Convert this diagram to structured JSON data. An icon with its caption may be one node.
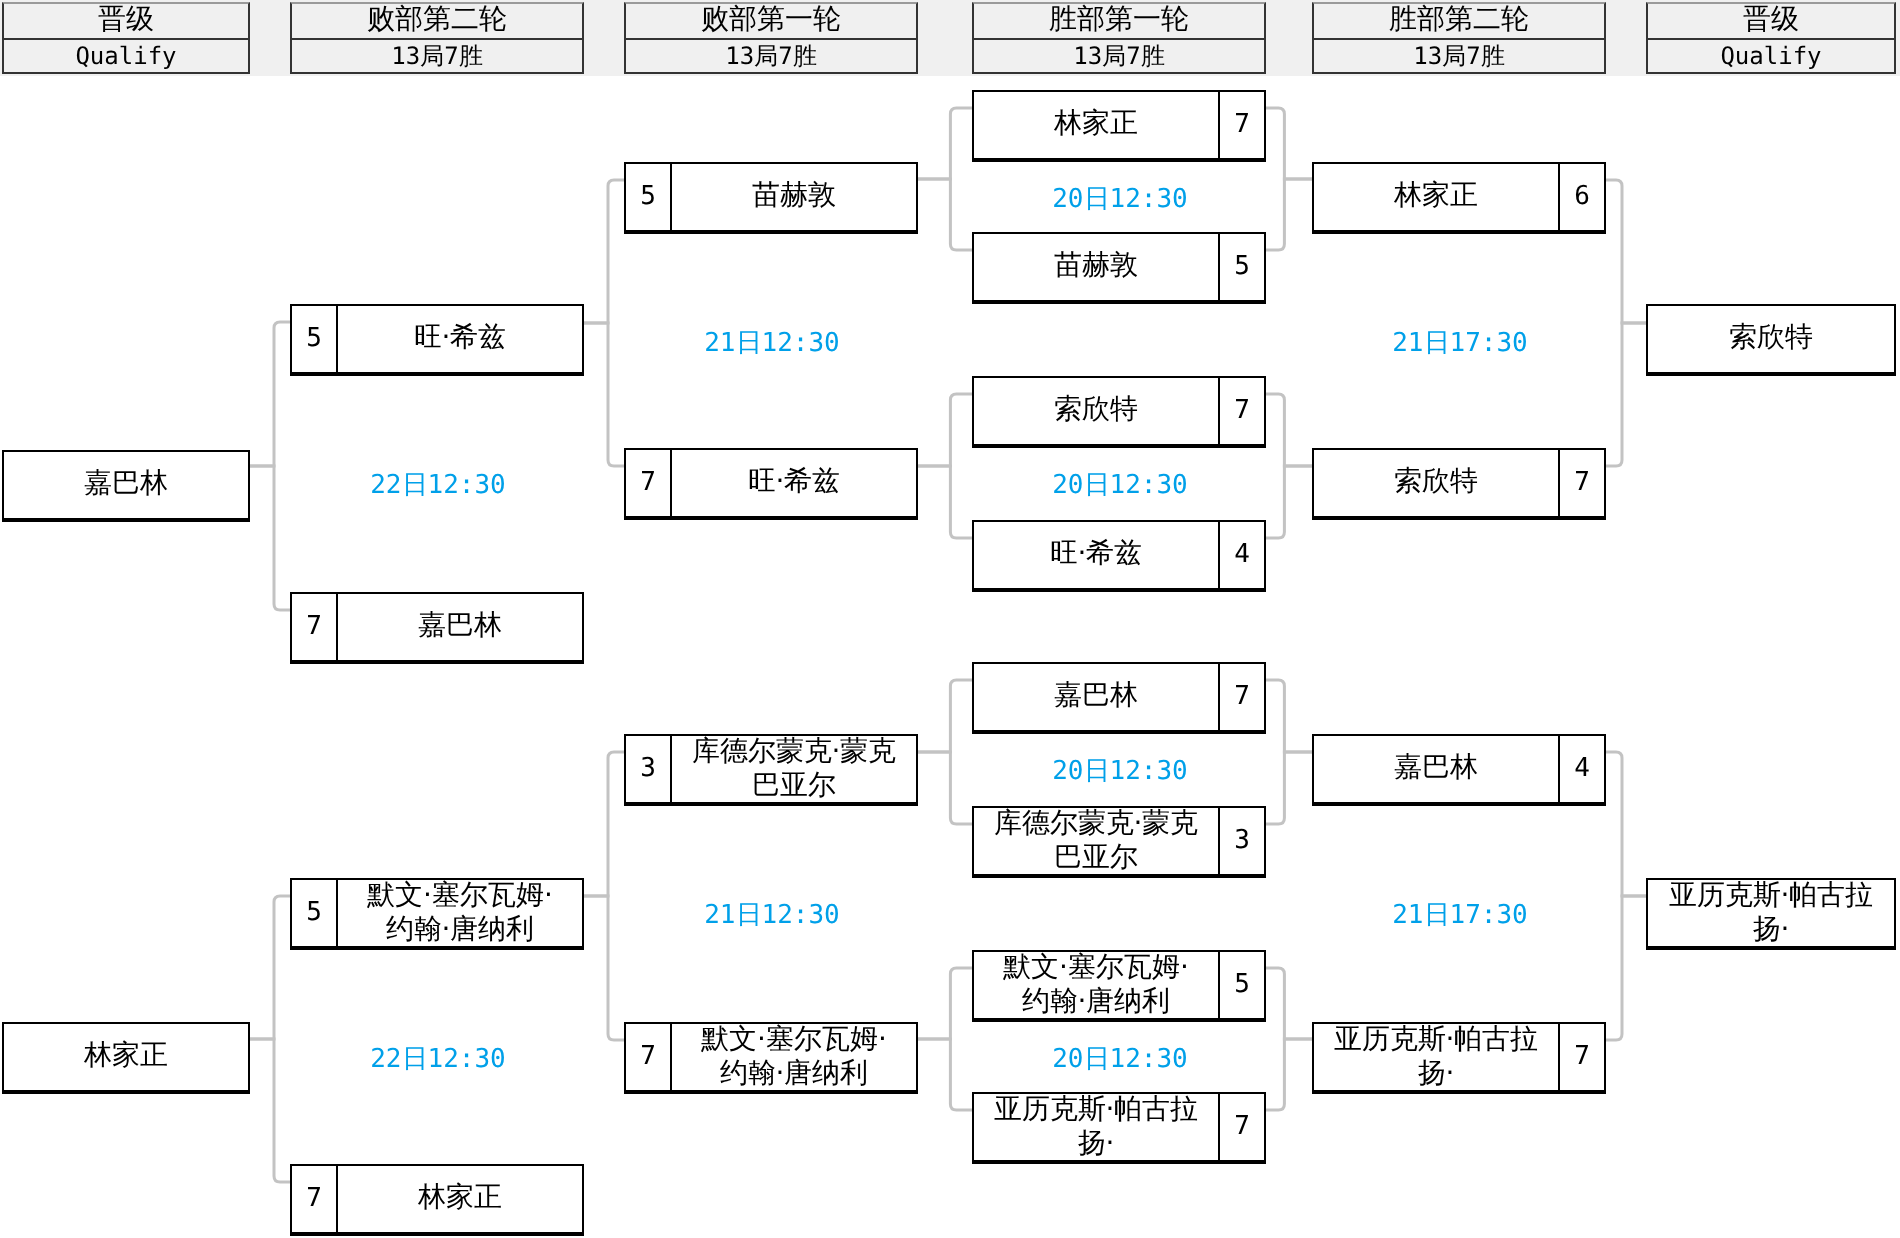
{
  "diagram": {
    "nodes": [
      {
        "text": [
          "晋级",
          "Qualify"
        ]
      },
      {
        "text": [
          "败部第二轮",
          "13局7胜"
        ]
      },
      {
        "text": [
          "败部第一轮",
          "13局7胜"
        ]
      },
      {
        "text": [
          "胜部第一轮",
          "13局7胜"
        ]
      },
      {
        "text": [
          "胜部第二轮",
          "13局7胜"
        ]
      },
      {
        "text": [
          "晋级",
          "Qualify"
        ]
      },
      {
        "text": [
          "嘉巴林"
        ]
      },
      {
        "text": [
          "林家正"
        ]
      },
      {
        "text": [
          "5",
          "旺·希兹"
        ]
      },
      {
        "text": [
          "7",
          "嘉巴林"
        ]
      },
      {
        "text": [
          "5",
          "默文·塞尔瓦姆·约翰·唐纳利"
        ]
      },
      {
        "text": [
          "7",
          "林家正"
        ]
      },
      {
        "text": [
          "5",
          "苗赫敦"
        ]
      },
      {
        "text": [
          "7",
          "旺·希兹"
        ]
      },
      {
        "text": [
          "3",
          "库德尔蒙克·蒙克巴亚尔"
        ]
      },
      {
        "text": [
          "7",
          "默文·塞尔瓦姆·约翰·唐纳利"
        ]
      },
      {
        "text": [
          "林家正",
          "7"
        ]
      },
      {
        "text": [
          "苗赫敦",
          "5"
        ]
      },
      {
        "text": [
          "索欣特",
          "7"
        ]
      },
      {
        "text": [
          "旺·希兹",
          "4"
        ]
      },
      {
        "text": [
          "嘉巴林",
          "7"
        ]
      },
      {
        "text": [
          "库德尔蒙克·蒙克巴亚尔",
          "3"
        ]
      },
      {
        "text": [
          "默文·塞尔瓦姆·约翰·唐纳利",
          "5"
        ]
      },
      {
        "text": [
          "亚历克斯·帕古拉扬·",
          "7"
        ]
      },
      {
        "text": [
          "林家正",
          "6"
        ]
      },
      {
        "text": [
          "索欣特",
          "7"
        ]
      },
      {
        "text": [
          "嘉巴林",
          "4"
        ]
      },
      {
        "text": [
          "亚历克斯·帕古拉扬·",
          "7"
        ]
      },
      {
        "text": [
          "索欣特"
        ]
      },
      {
        "text": [
          "亚历克斯·帕古拉扬·"
        ]
      }
    ],
    "edges": [
      {
        "from": 8,
        "to": 6,
        "arrow": "none"
      },
      {
        "from": 9,
        "to": 6,
        "arrow": "none"
      },
      {
        "from": 10,
        "to": 7,
        "arrow": "none"
      },
      {
        "from": 11,
        "to": 7,
        "arrow": "none"
      },
      {
        "from": 12,
        "to": 8,
        "arrow": "none"
      },
      {
        "from": 13,
        "to": 8,
        "arrow": "none"
      },
      {
        "from": 14,
        "to": 10,
        "arrow": "none"
      },
      {
        "from": 15,
        "to": 10,
        "arrow": "none"
      },
      {
        "from": 16,
        "to": 12,
        "arrow": "none"
      },
      {
        "from": 17,
        "to": 12,
        "arrow": "none"
      },
      {
        "from": 18,
        "to": 13,
        "arrow": "none"
      },
      {
        "from": 19,
        "to": 13,
        "arrow": "none"
      },
      {
        "from": 20,
        "to": 14,
        "arrow": "none"
      },
      {
        "from": 21,
        "to": 14,
        "arrow": "none"
      },
      {
        "from": 22,
        "to": 15,
        "arrow": "none"
      },
      {
        "from": 23,
        "to": 15,
        "arrow": "none"
      },
      {
        "from": 16,
        "to": 24,
        "arrow": "none"
      },
      {
        "from": 17,
        "to": 24,
        "arrow": "none"
      },
      {
        "from": 18,
        "to": 25,
        "arrow": "none"
      },
      {
        "from": 19,
        "to": 25,
        "arrow": "none"
      },
      {
        "from": 20,
        "to": 26,
        "arrow": "none"
      },
      {
        "from": 21,
        "to": 26,
        "arrow": "none"
      },
      {
        "from": 22,
        "to": 27,
        "arrow": "none"
      },
      {
        "from": 23,
        "to": 27,
        "arrow": "none"
      },
      {
        "from": 24,
        "to": 28,
        "arrow": "none"
      },
      {
        "from": 25,
        "to": 28,
        "arrow": "none"
      },
      {
        "from": 26,
        "to": 29,
        "arrow": "none"
      },
      {
        "from": 27,
        "to": 29,
        "arrow": "none"
      }
    ],
    "labels": [
      "22日12:30",
      "22日12:30",
      "21日12:30",
      "21日12:30",
      "20日12:30",
      "20日12:30",
      "20日12:30",
      "20日12:30",
      "21日17:30",
      "21日17:30"
    ]
  }
}
